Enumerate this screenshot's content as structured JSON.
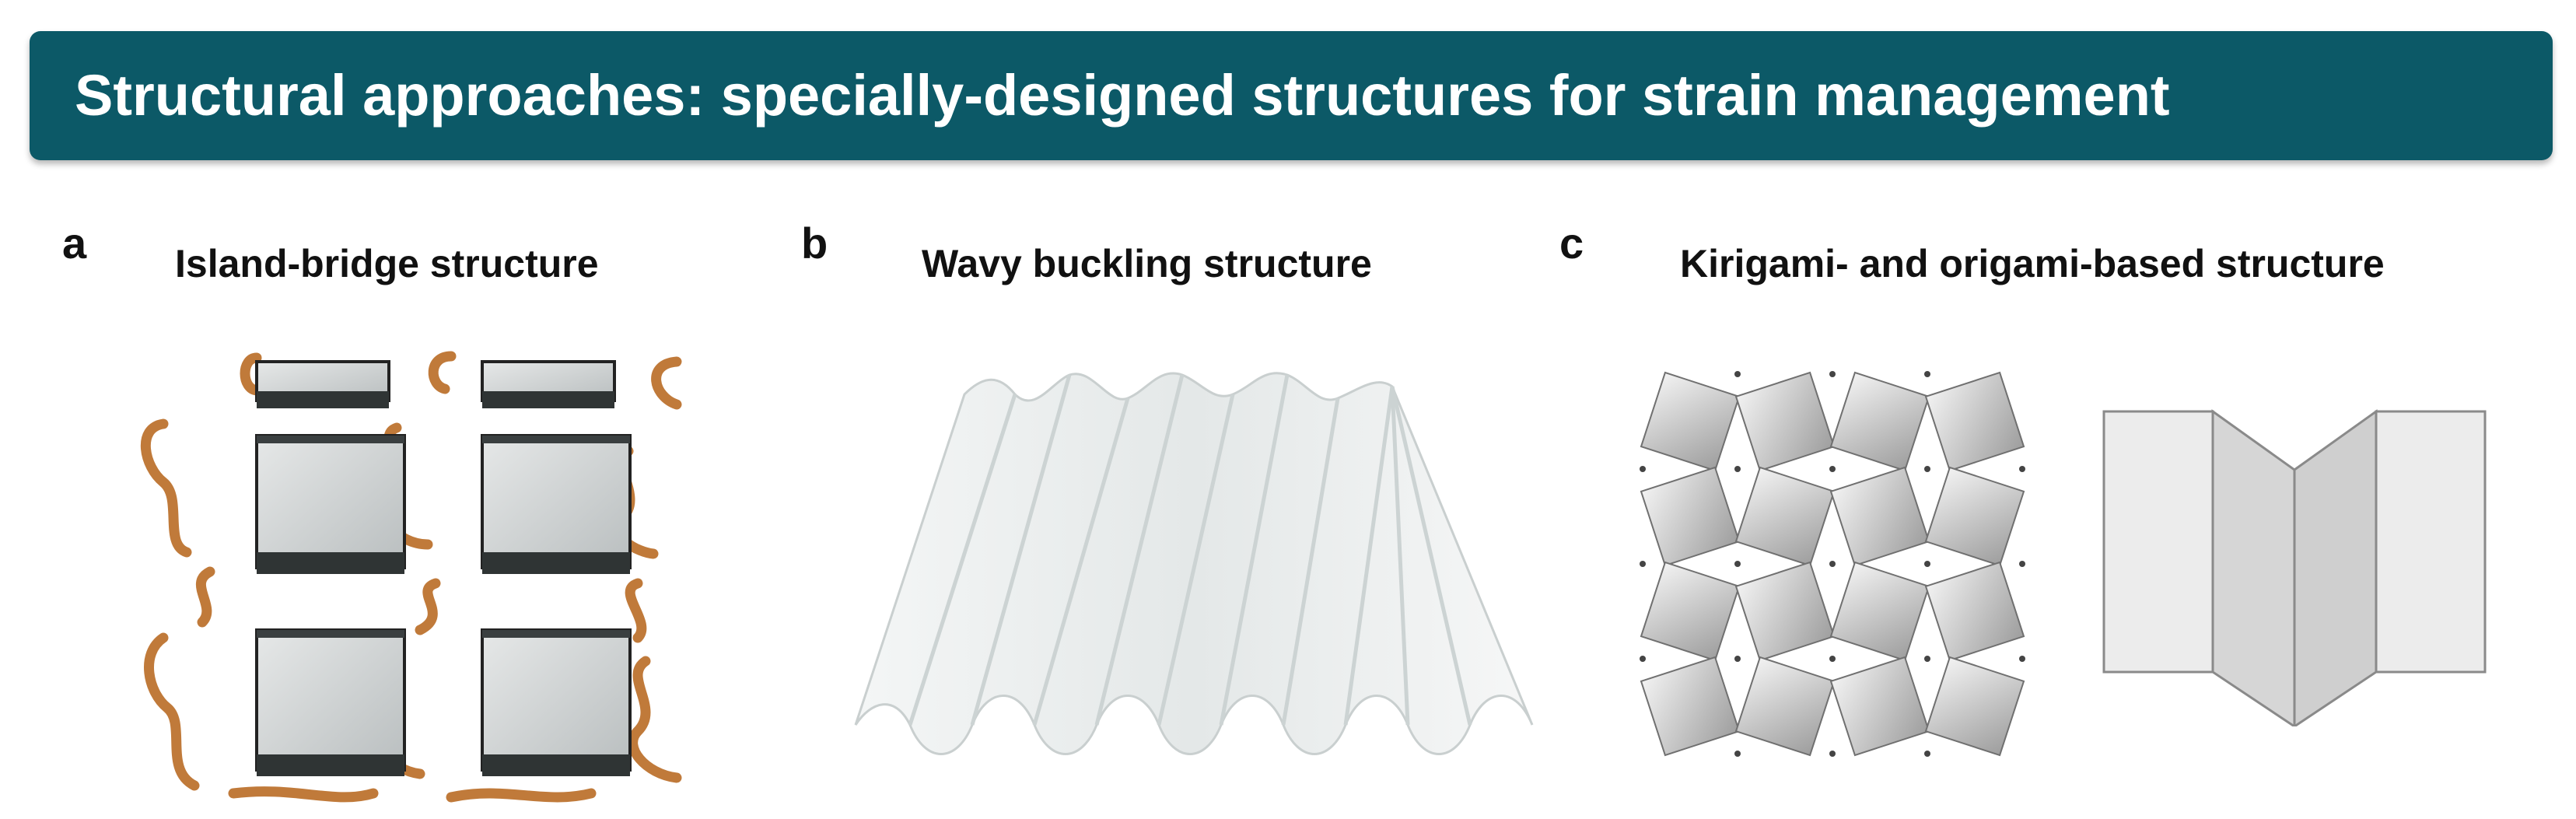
{
  "banner": {
    "title": "Structural approaches: specially-designed structures for strain management",
    "color": "#0c5967"
  },
  "panels": [
    {
      "letter": "a",
      "title": "Island-bridge structure"
    },
    {
      "letter": "b",
      "title": "Wavy buckling structure"
    },
    {
      "letter": "c",
      "title": "Kirigami- and origami-based structure"
    }
  ]
}
